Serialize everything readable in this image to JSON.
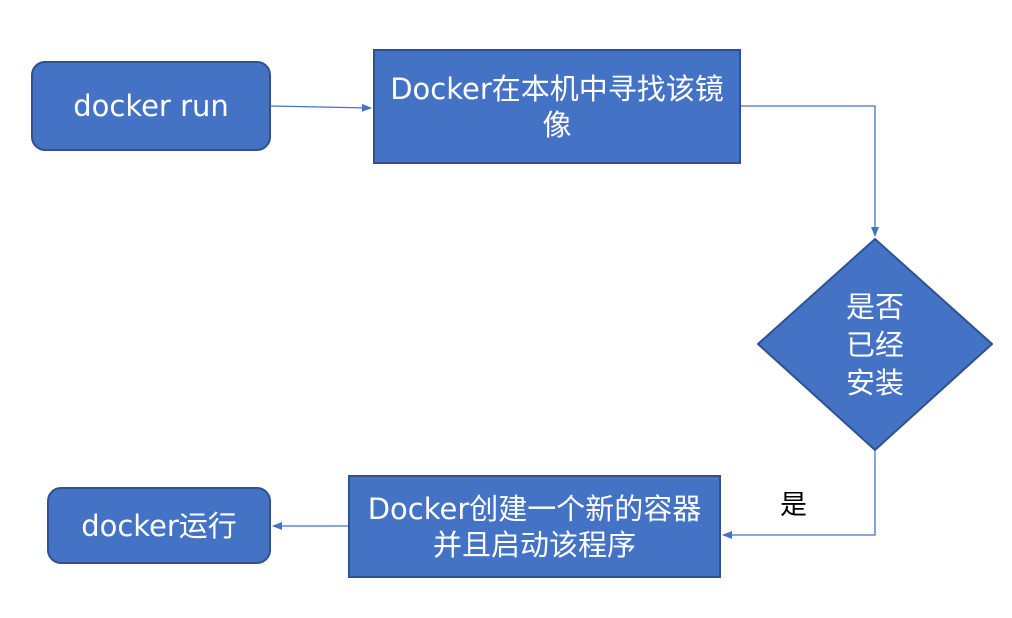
{
  "diagram": {
    "nodes": {
      "start": {
        "label": "docker run",
        "shape": "rounded-rect"
      },
      "find": {
        "label": "Docker在本机中寻找该镜像",
        "shape": "rect"
      },
      "decision": {
        "label": "是否已经安装",
        "shape": "diamond"
      },
      "create": {
        "label": "Docker创建一个新的容器并且启动该程序",
        "shape": "rect"
      },
      "end": {
        "label": "docker运行",
        "shape": "rounded-rect"
      }
    },
    "edges": [
      {
        "from": "start",
        "to": "find",
        "label": ""
      },
      {
        "from": "find",
        "to": "decision",
        "label": ""
      },
      {
        "from": "decision",
        "to": "create",
        "label": "是"
      },
      {
        "from": "create",
        "to": "end",
        "label": ""
      }
    ],
    "yes_label": "是"
  },
  "colors": {
    "node_fill": "#4472c4",
    "node_border": "#2f528f",
    "node_text": "#ffffff",
    "edge": "#4472c4"
  }
}
